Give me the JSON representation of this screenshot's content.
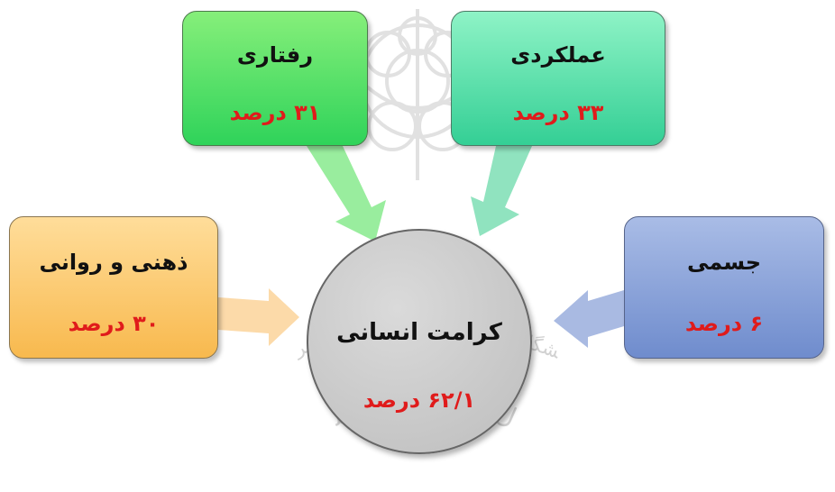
{
  "nodes": {
    "behavioral": {
      "label": "رفتاری",
      "percent": "۳۱ درصد"
    },
    "performance": {
      "label": "عملکردی",
      "percent": "۳۳ درصد"
    },
    "mental": {
      "label": "ذهنی و روانی",
      "percent": "۳۰ درصد"
    },
    "physical": {
      "label": "جسمی",
      "percent": "۶ درصد"
    },
    "center": {
      "label": "کرامت انسانی",
      "percent": "۶۲/۱ درصد"
    }
  },
  "watermark": {
    "line1": "پژوهشگاه علوم انسانی و مطالعات فرهنگی",
    "line2": "پرتال جامع علوم انسانی"
  },
  "colors": {
    "behavioral": "#4ed96a",
    "performance": "#5edcaa",
    "mental": "#fbc871",
    "physical": "#8ba3d9",
    "center": "#c8c8c8",
    "percent_text": "#e01b1b"
  }
}
